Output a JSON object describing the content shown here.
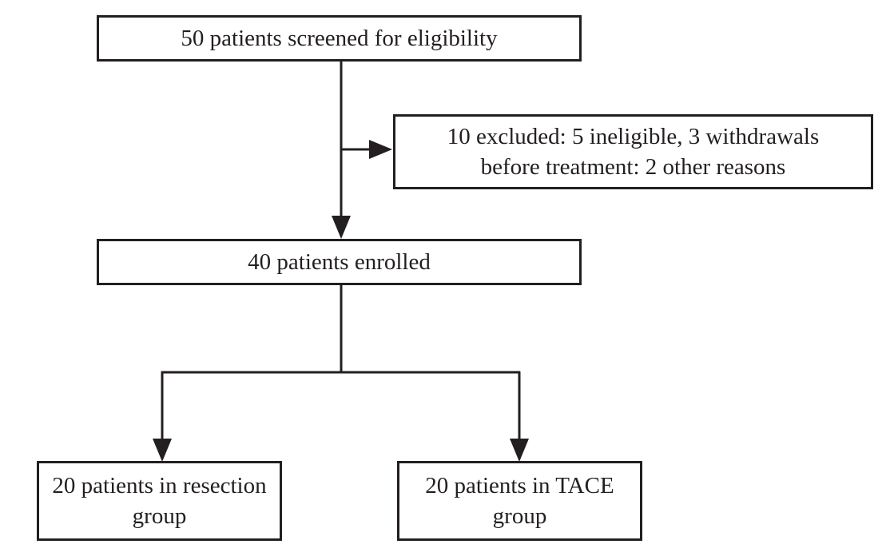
{
  "flowchart": {
    "screened": {
      "text": "50 patients screened for eligibility"
    },
    "excluded": {
      "line1": "10 excluded: 5 ineligible, 3 withdrawals",
      "line2": "before treatment: 2 other reasons"
    },
    "enrolled": {
      "text": "40 patients enrolled"
    },
    "resection_group": {
      "line1": "20 patients in resection",
      "line2": "group"
    },
    "tace_group": {
      "line1": "20 patients in TACE",
      "line2": "group"
    }
  },
  "colors": {
    "stroke": "#231f20",
    "background": "#ffffff"
  }
}
